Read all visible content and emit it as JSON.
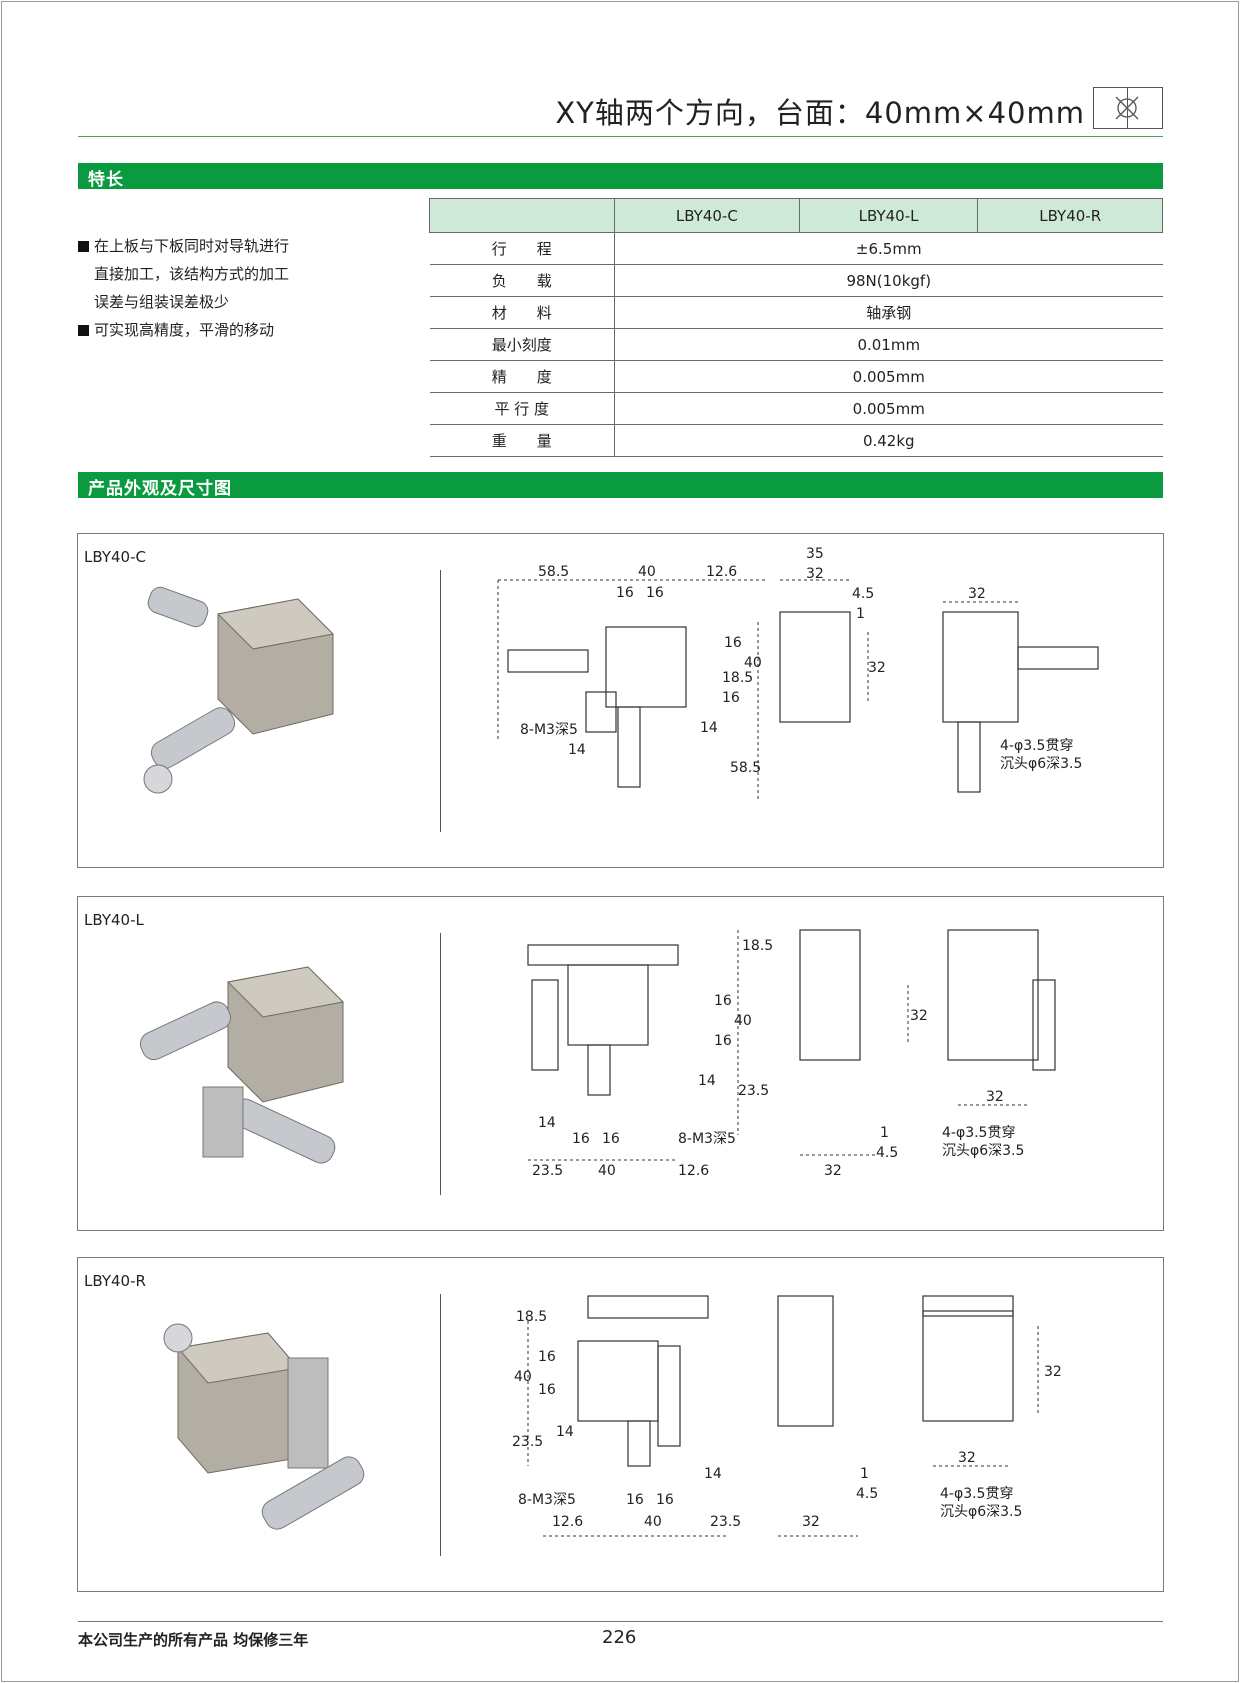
{
  "header": {
    "title": "XY轴两个方向，台面：40mm×40mm"
  },
  "section_features": {
    "heading": "特长",
    "items": [
      {
        "lines": [
          "在上板与下板同时对导轨进行",
          "直接加工，该结构方式的加工",
          "误差与组装误差极少"
        ]
      },
      {
        "lines": [
          "可实现高精度，平滑的移动"
        ]
      }
    ]
  },
  "spec_table": {
    "columns": [
      "LBY40-C",
      "LBY40-L",
      "LBY40-R"
    ],
    "rows": [
      {
        "label": "行　　程",
        "value": "±6.5mm"
      },
      {
        "label": "负　　载",
        "value": "98N(10kgf)"
      },
      {
        "label": "材　　料",
        "value": "轴承钢"
      },
      {
        "label": "最小刻度",
        "value": "0.01mm"
      },
      {
        "label": "精　　度",
        "value": "0.005mm"
      },
      {
        "label": "平 行 度",
        "value": "0.005mm"
      },
      {
        "label": "重　　量",
        "value": "0.42kg"
      }
    ]
  },
  "section_drawings": {
    "heading": "产品外观及尺寸图",
    "panels": [
      {
        "model": "LBY40-C",
        "dims": [
          "58.5",
          "40",
          "12.6",
          "16",
          "16",
          "35",
          "32",
          "4.5",
          "1",
          "16",
          "18.5",
          "40",
          "16",
          "32",
          "32",
          "14",
          "8-M3深5",
          "14",
          "58.5",
          "4-φ3.5贯穿",
          "沉头φ6深3.5"
        ]
      },
      {
        "model": "LBY40-L",
        "dims": [
          "18.5",
          "16",
          "40",
          "16",
          "14",
          "23.5",
          "14",
          "16",
          "16",
          "8-M3深5",
          "23.5",
          "40",
          "12.6",
          "32",
          "1",
          "4.5",
          "32",
          "32",
          "4-φ3.5贯穿",
          "沉头φ6深3.5"
        ]
      },
      {
        "model": "LBY40-R",
        "dims": [
          "18.5",
          "16",
          "40",
          "16",
          "14",
          "23.5",
          "8-M3深5",
          "16",
          "16",
          "12.6",
          "40",
          "23.5",
          "14",
          "1",
          "4.5",
          "32",
          "32",
          "32",
          "4-φ3.5贯穿",
          "沉头φ6深3.5"
        ]
      }
    ]
  },
  "footer": {
    "note": "本公司生产的所有产品 均保修三年",
    "page_number": "226"
  },
  "colors": {
    "section_bar": "#0a9a40",
    "table_header": "#cfe9d8",
    "title_rule": "#45a562"
  }
}
